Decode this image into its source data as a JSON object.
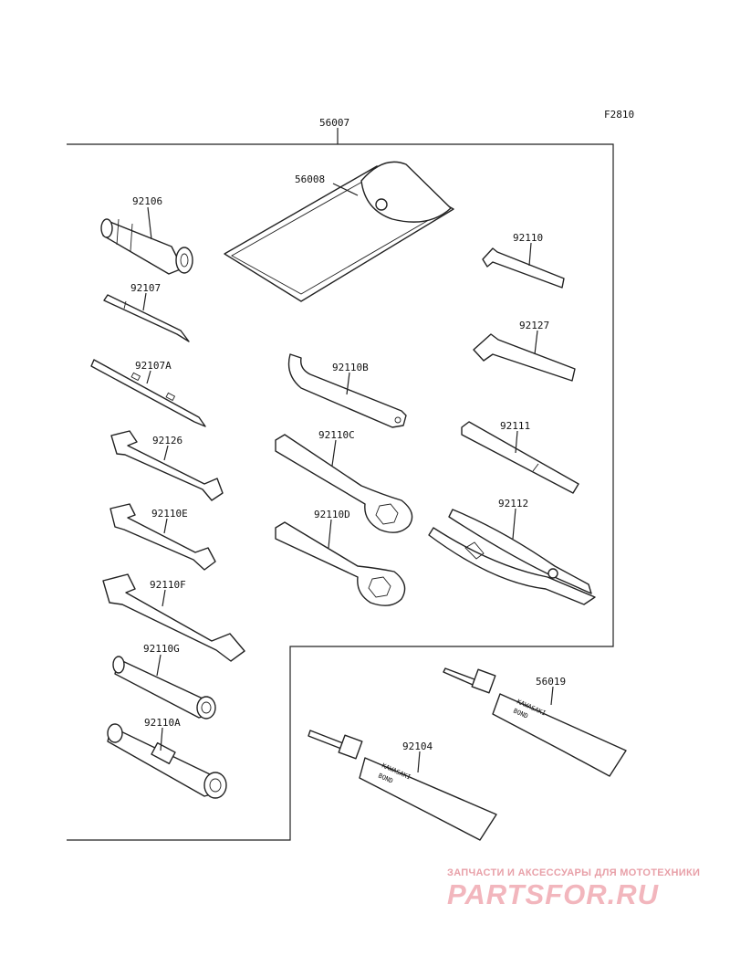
{
  "figure_code": "F2810",
  "callouts": {
    "kit": "56007",
    "pouch": "56008",
    "p92106": "92106",
    "p92107": "92107",
    "p92107A": "92107A",
    "p92126": "92126",
    "p92110E": "92110E",
    "p92110F": "92110F",
    "p92110G": "92110G",
    "p92110A": "92110A",
    "p92110": "92110",
    "p92127": "92127",
    "p92110B": "92110B",
    "p92110C": "92110C",
    "p92111": "92111",
    "p92110D": "92110D",
    "p92112": "92112",
    "p56019": "56019",
    "p92104": "92104"
  },
  "tube_text": {
    "brand": "KAWASAKI",
    "product": "BOND"
  },
  "watermark": {
    "tagline": "ЗАПЧАСТИ И АКСЕССУАРЫ ДЛЯ МОТОТЕХНИКИ",
    "logo": "PARTSFOR.RU",
    "color": "#f2b6bd"
  }
}
